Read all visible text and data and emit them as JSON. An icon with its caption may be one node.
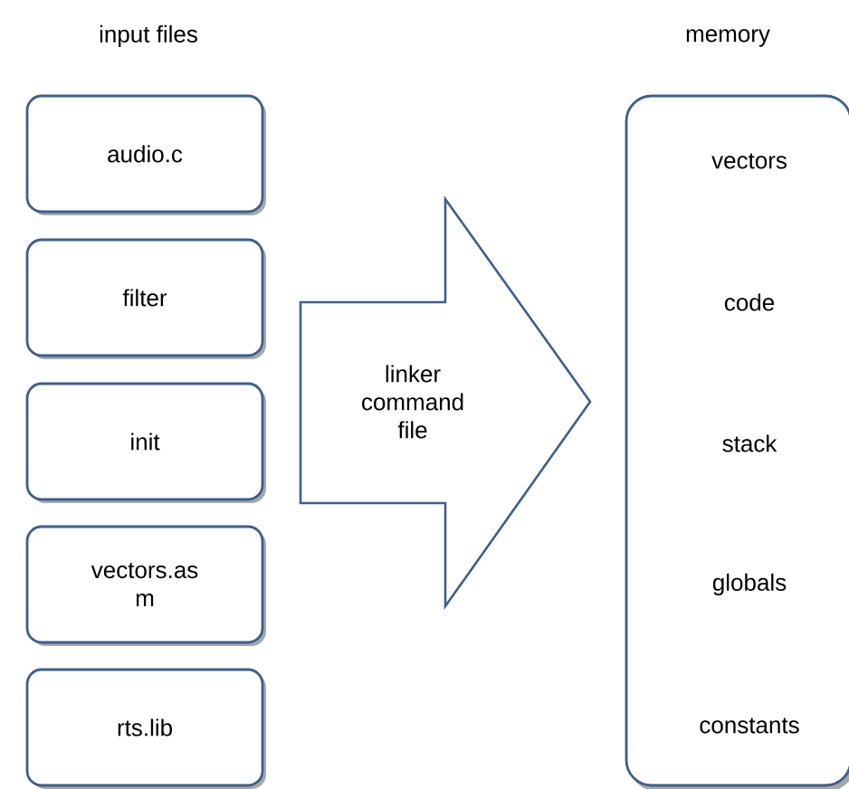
{
  "diagram": {
    "nodes": [
      {
        "text": [
          "audio.c"
        ]
      },
      {
        "text": [
          "filter"
        ]
      },
      {
        "text": [
          "init"
        ]
      },
      {
        "text": [
          "vectors.as m"
        ]
      },
      {
        "text": [
          "rts.lib"
        ]
      },
      {
        "text": [
          "linker command file"
        ]
      },
      {
        "text": [
          "memory",
          "vectors",
          "code",
          "stack",
          "globals",
          "constants"
        ]
      }
    ],
    "labels": [
      "input files"
    ]
  }
}
